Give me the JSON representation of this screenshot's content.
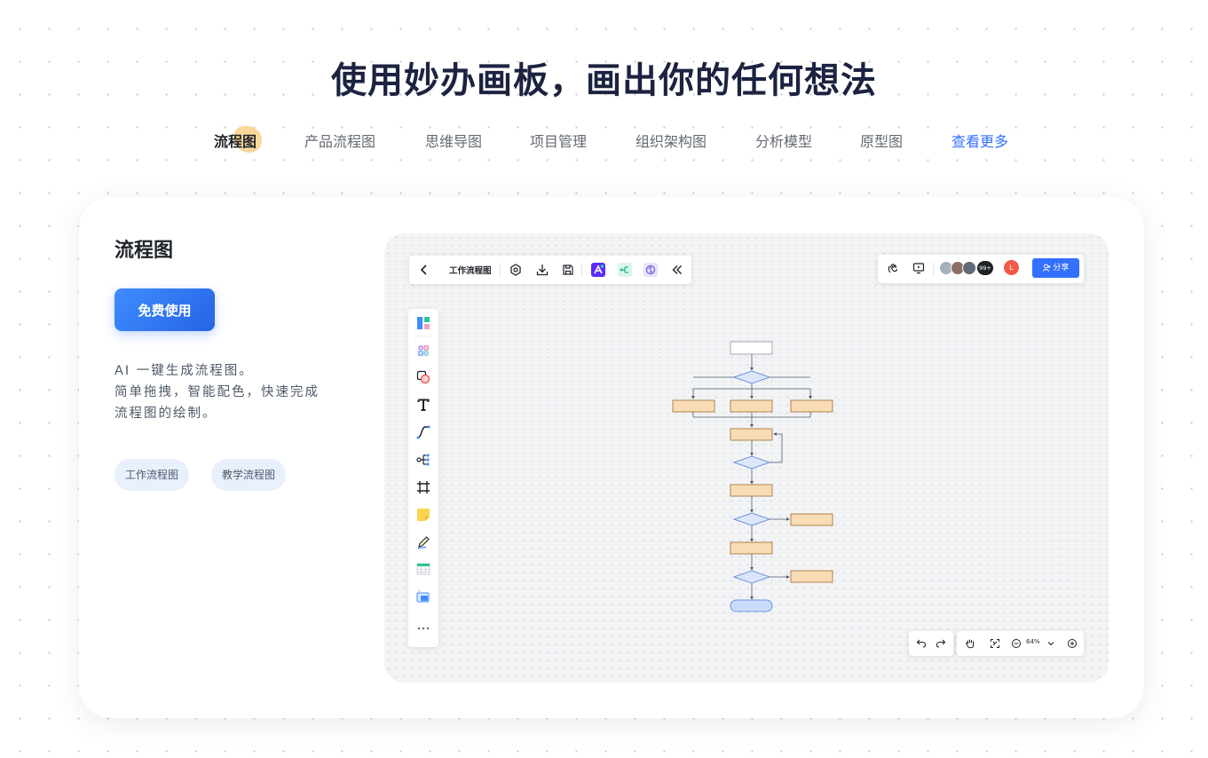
{
  "hero": {
    "title": "使用妙办画板，画出你的任何想法"
  },
  "tabs": [
    {
      "label": "流程图"
    },
    {
      "label": "产品流程图"
    },
    {
      "label": "思维导图"
    },
    {
      "label": "项目管理"
    },
    {
      "label": "组织架构图"
    },
    {
      "label": "分析模型"
    },
    {
      "label": "原型图"
    },
    {
      "label": "查看更多"
    }
  ],
  "card": {
    "title": "流程图",
    "cta": "免费使用",
    "desc": [
      "AI 一键生成流程图。",
      "简单拖拽，智能配色，快速完成",
      "流程图的绘制。"
    ],
    "chips": [
      "工作流程图",
      "教学流程图"
    ]
  },
  "editor": {
    "doc_name": "工作流程图",
    "share_label": "分享",
    "collaborators_more": "99+",
    "user_initial": "L",
    "zoom": "64%",
    "colors": {
      "accent": "#3370ff",
      "node_fill": "#f8dcb6",
      "decision_fill": "#dbe6fb",
      "end_fill": "#c9dcfb"
    }
  },
  "icons": {
    "toolbar_left": [
      "chevron-left-icon",
      "settings-icon",
      "download-icon",
      "save-icon",
      "ai-logo-icon",
      "mindmap-icon",
      "ai-brain-icon",
      "collapse-icon"
    ],
    "toolbar_right": [
      "hand-wave-icon",
      "present-icon",
      "share-user-icon"
    ],
    "sidebar": [
      "template-icon",
      "shapes-icon",
      "shape-circle-icon",
      "text-icon",
      "connector-icon",
      "mindmap-icon",
      "frame-icon",
      "sticky-note-icon",
      "pen-icon",
      "table-icon",
      "media-icon",
      "more-icon"
    ],
    "zoom_bar": [
      "undo-icon",
      "redo-icon",
      "hand-icon",
      "fit-screen-icon",
      "zoom-out-icon",
      "chevron-down-icon",
      "zoom-in-icon"
    ]
  }
}
